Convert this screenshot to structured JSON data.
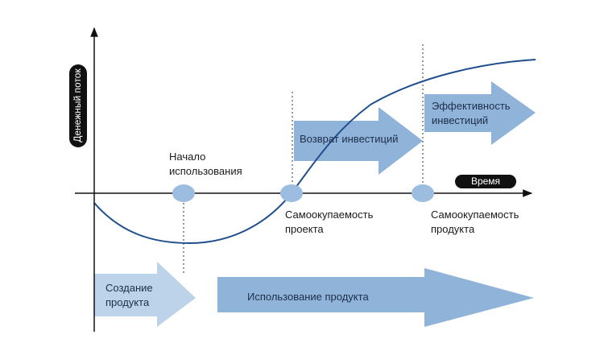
{
  "axes": {
    "y_label": "Денежный поток",
    "x_label": "Время"
  },
  "milestones": [
    {
      "label_lines": [
        "Начало",
        "использования"
      ]
    },
    {
      "label_lines": [
        "Самоокупаемость",
        "проекта"
      ]
    },
    {
      "label_lines": [
        "Самоокупаемость",
        "продукта"
      ]
    }
  ],
  "arrows": {
    "return_label": "Возврат инвестиций",
    "efficiency_label_lines": [
      "Эффективность",
      "инвестиций"
    ],
    "creation_label_lines": [
      "Создание",
      "продукта"
    ],
    "usage_label": "Использование продукта"
  },
  "colors": {
    "curve": "#1f4e8c",
    "arrow_blue": "#8fb3d9",
    "arrow_light": "#bcd3ea",
    "milestone_fill": "#9dbde0",
    "axis": "#111111",
    "pill": "#111111"
  }
}
